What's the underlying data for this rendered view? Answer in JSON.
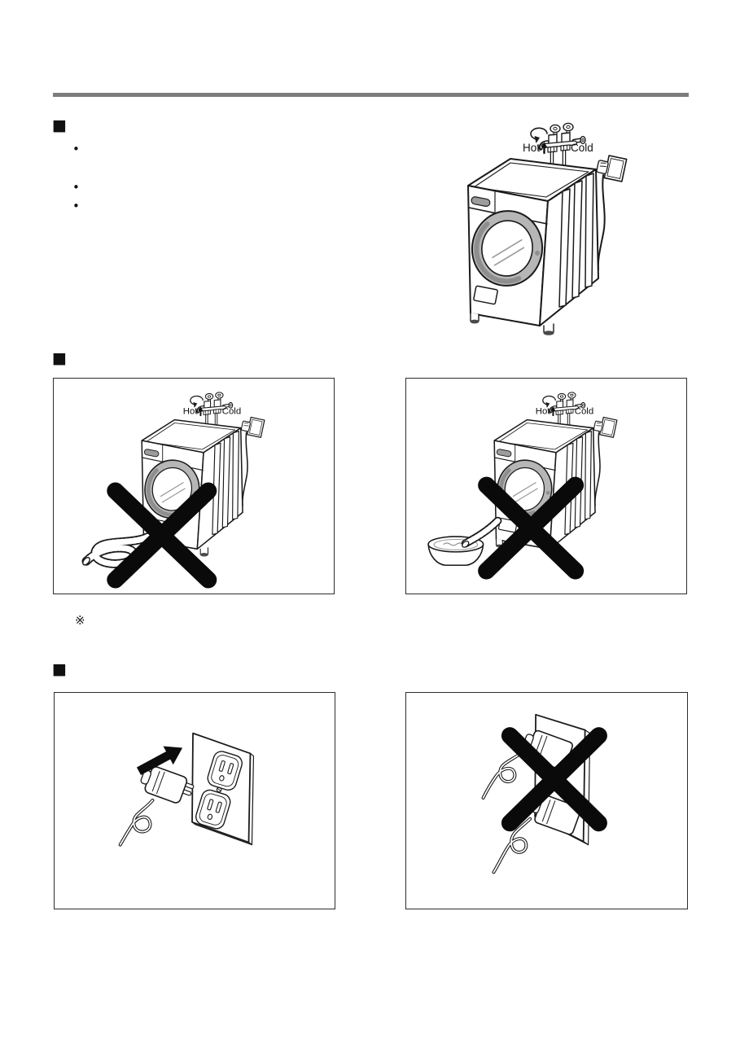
{
  "page": {
    "background": "#ffffff",
    "top_rule_color": "#7b7d7f",
    "frame_border_color": "#2d2d2d",
    "line_color": "#1a1a1a",
    "door_ring_color": "#b6b6b6",
    "prohibition_color": "#0a0a0a"
  },
  "markers": {
    "section1": "■",
    "section2": "■",
    "section3": "■",
    "note": "※",
    "bullet": "•"
  },
  "illustrations": {
    "install": {
      "hot": "Hot",
      "cold": "Cold"
    },
    "drain_floor": {
      "hot": "Hot",
      "cold": "Cold"
    },
    "drain_basin": {
      "hot": "Hot",
      "cold": "Cold"
    }
  }
}
